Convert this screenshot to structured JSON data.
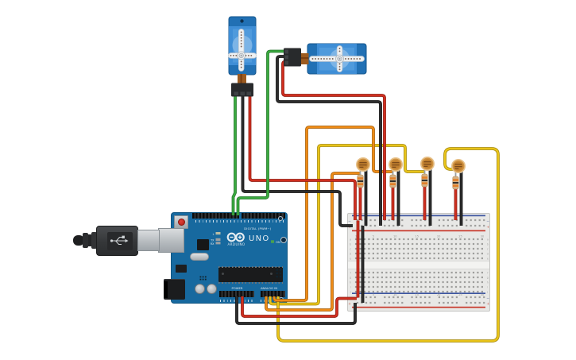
{
  "arduino": {
    "digital_label": "DIGITAL (PWM~)",
    "model": "UNO",
    "brand": "ARDUINO",
    "on_label": "ON",
    "led_labels": [
      "L",
      "TX",
      "RX"
    ],
    "power_label": "POWER",
    "analog_label": "ANALOG IN",
    "board_color": "#17699f"
  },
  "breadboard": {
    "column_numbers": [
      "1",
      "5",
      "10",
      "15",
      "20",
      "25",
      "30"
    ],
    "row_letters_top": [
      "a",
      "b",
      "c",
      "d",
      "e"
    ],
    "row_letters_bottom": [
      "f",
      "g",
      "h",
      "i",
      "j"
    ],
    "plus": "+",
    "minus": "−"
  },
  "components": {
    "servos": [
      "micro-servo-1",
      "micro-servo-2"
    ],
    "photoresistors": [
      "photoresistor-1",
      "photoresistor-2",
      "photoresistor-3",
      "photoresistor-4"
    ],
    "resistors": [
      "resistor-1",
      "resistor-2",
      "resistor-3",
      "resistor-4"
    ]
  },
  "colors": {
    "red": "#d02f20",
    "red_dark": "#8d1c11",
    "black": "#2e2e2e",
    "black_dark": "#0f0f0f",
    "green": "#3aa93f",
    "green_dark": "#26772c",
    "orange": "#ee8b16",
    "orange_dark": "#a55f0b",
    "yellow": "#e9c41a",
    "yellow_dark": "#a3880e",
    "board_blue": "#17699f",
    "servo_blue": "#3f8ed6",
    "breadboard_body": "#e8e8e6",
    "rail_negative_line": "#3c55a0",
    "rail_positive_line": "#c8372a",
    "photoresistor_body": "#cf9140",
    "resistor_body": "#d6b183",
    "resistor_band": "#e2802a"
  }
}
